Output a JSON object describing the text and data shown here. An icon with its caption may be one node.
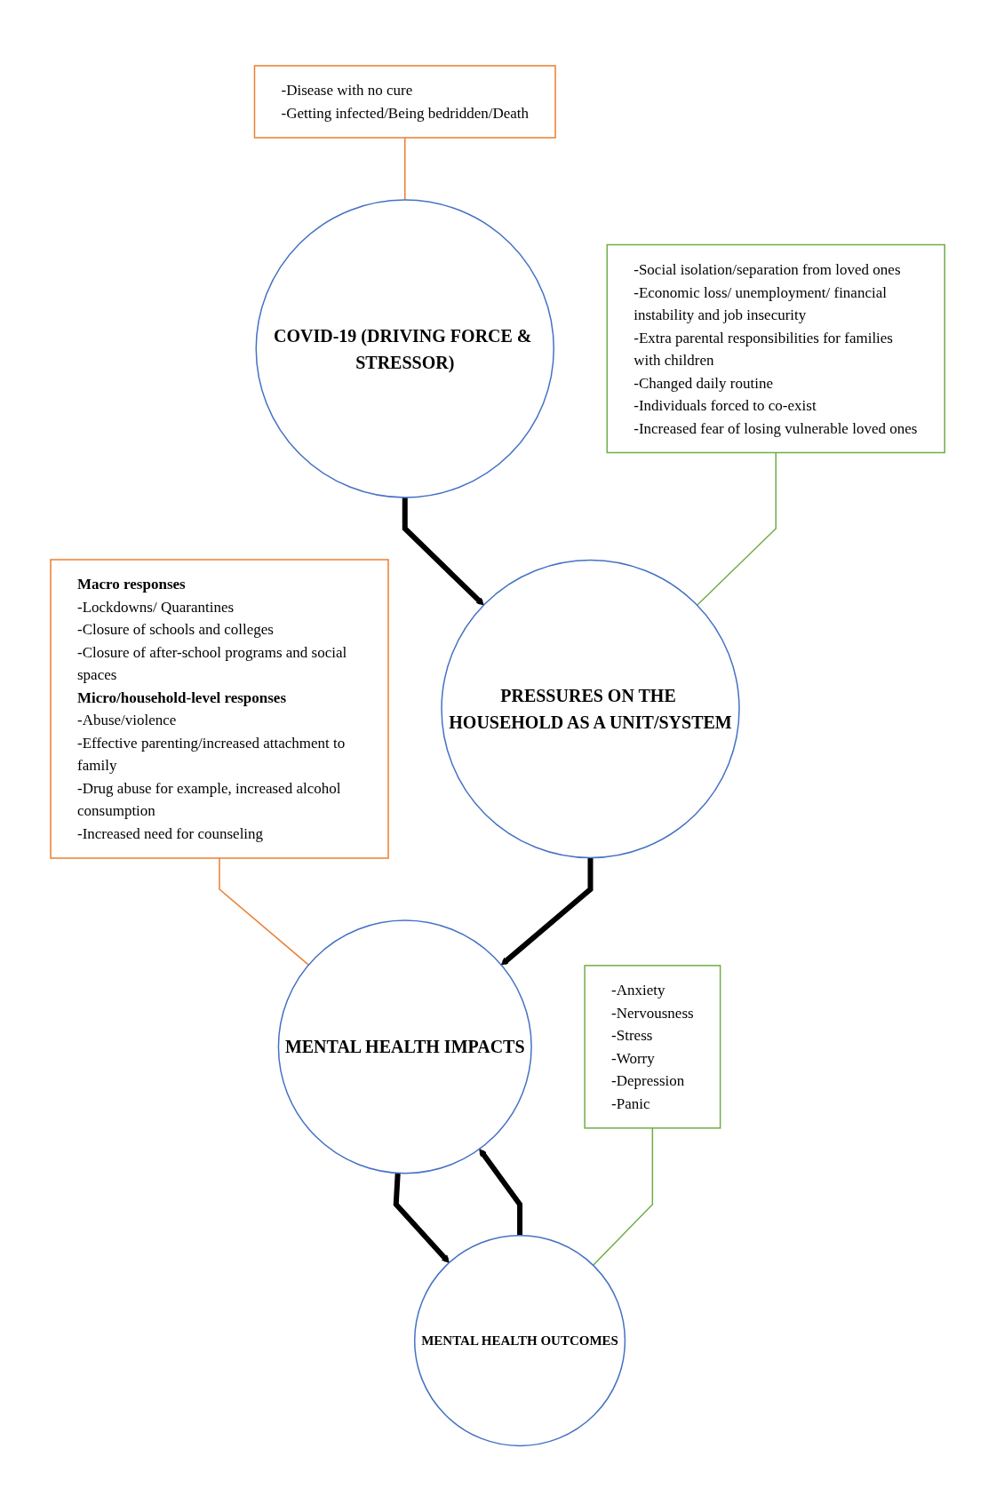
{
  "diagram": {
    "nodes": [
      {
        "text": [
          "-Disease with no cure",
          "-Getting infected/Being bedridden/Death"
        ]
      },
      {
        "text": [
          "Macro responses",
          "-Lockdowns/ Quarantines",
          "-Closure of schools and colleges",
          "-Closure of after-school programs and social spaces",
          "Micro/household-level responses",
          "-Abuse/violence",
          "-Effective parenting/increased attachment to family",
          "-Drug abuse for example, increased alcohol consumption",
          "-Increased need for counseling"
        ]
      },
      {
        "text": [
          "COVID-19 (DRIVING FORCE & STRESSOR)"
        ]
      },
      {
        "text": [
          "MENTAL HEALTH IMPACTS"
        ]
      },
      {
        "text": [
          "PRESSURES ON THE HOUSEHOLD AS A UNIT/SYSTEM"
        ]
      },
      {
        "text": [
          "MENTAL HEALTH OUTCOMES"
        ]
      },
      {
        "text": [
          "-Social isolation/separation from loved ones",
          "-Economic loss/ unemployment/ financial instability and job insecurity",
          "-Extra parental responsibilities for families with children",
          "-Changed daily routine",
          "-Individuals forced to co-exist",
          "-Increased fear of losing vulnerable loved ones"
        ]
      },
      {
        "text": [
          "-Anxiety",
          "-Nervousness",
          "-Stress",
          "-Worry",
          "-Depression",
          "-Panic"
        ]
      }
    ],
    "edges": [
      {
        "from": 0,
        "to": 2,
        "arrow": "none",
        "color": "#ed7d31"
      },
      {
        "from": 1,
        "to": 3,
        "arrow": "none",
        "color": "#ed7d31"
      },
      {
        "from": 2,
        "to": 4,
        "arrow": "to",
        "style": "thick"
      },
      {
        "from": 4,
        "to": 3,
        "arrow": "to",
        "style": "thick"
      },
      {
        "from": 5,
        "to": 3,
        "arrow": "to",
        "style": "thick"
      },
      {
        "from": 3,
        "to": 5,
        "arrow": "to",
        "style": "thick"
      },
      {
        "from": 6,
        "to": 4,
        "arrow": "none",
        "color": "#70ad47"
      },
      {
        "from": 7,
        "to": 5,
        "arrow": "none",
        "color": "#70ad47"
      }
    ]
  }
}
